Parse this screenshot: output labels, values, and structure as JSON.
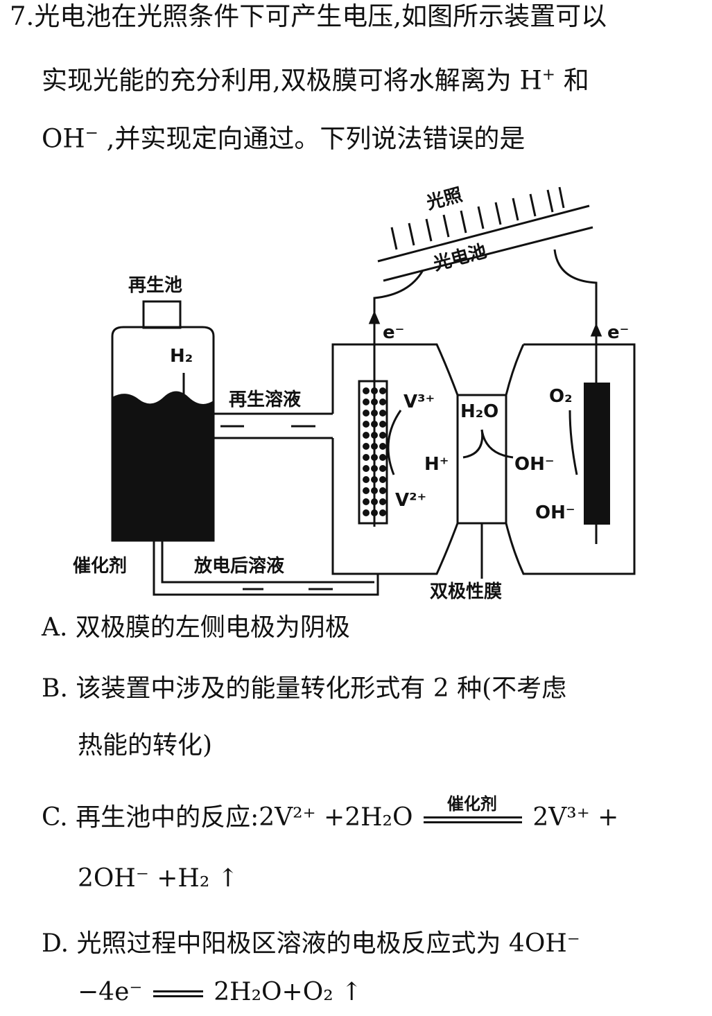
{
  "question": {
    "number": "7.",
    "line1": "光电池在光照条件下可产生电压,如图所示装置可以",
    "line2a": "实现光能的充分利用,双极膜可将水解离为 H",
    "line2sup": "+",
    "line2b": " 和",
    "line3a": "OH",
    "line3sup": "−",
    "line3b": " ,并实现定向通过。下列说法错误的是"
  },
  "diagram": {
    "light": "光照",
    "photocell": "光电池",
    "regen_tank": "再生池",
    "h2": "H₂",
    "regen_solution": "再生溶液",
    "catalyst": "催化剂",
    "discharged_solution": "放电后溶液",
    "electron_left": "e⁻",
    "electron_right": "e⁻",
    "v3": "V³⁺",
    "v2": "V²⁺",
    "h2o": "H₂O",
    "hplus": "H⁺",
    "oh_mid": "OH⁻",
    "o2": "O₂",
    "oh_right": "OH⁻",
    "membrane": "双极性膜"
  },
  "options": {
    "A": "A. 双极膜的左侧电极为阴极",
    "B1": "B. 该装置中涉及的能量转化形式有 2 种(不考虑",
    "B2": "热能的转化)",
    "C1a": "C. 再生池中的反应:2V²⁺ +2H₂O",
    "C_catalyst": "催化剂",
    "C1b": "2V³⁺ +",
    "C2": "2OH⁻ +H₂ ↑",
    "D1": "D. 光照过程中阳极区溶液的电极反应式为 4OH⁻",
    "D2a": "−4e⁻",
    "D2b": "2H₂O+O₂ ↑"
  }
}
